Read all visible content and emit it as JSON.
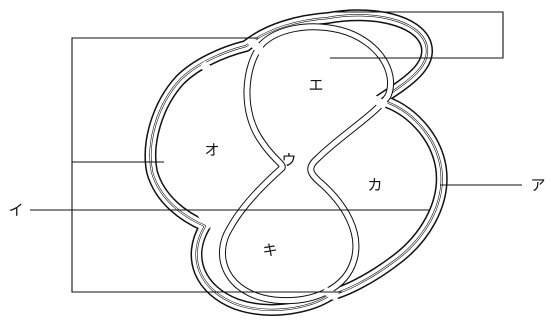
{
  "diagram": {
    "labels": {
      "a": "ア",
      "i": "イ",
      "u": "ウ",
      "e": "エ",
      "o": "オ",
      "ka": "カ",
      "ki": "キ"
    },
    "colors": {
      "ink": "#111111",
      "background": "#ffffff"
    }
  }
}
